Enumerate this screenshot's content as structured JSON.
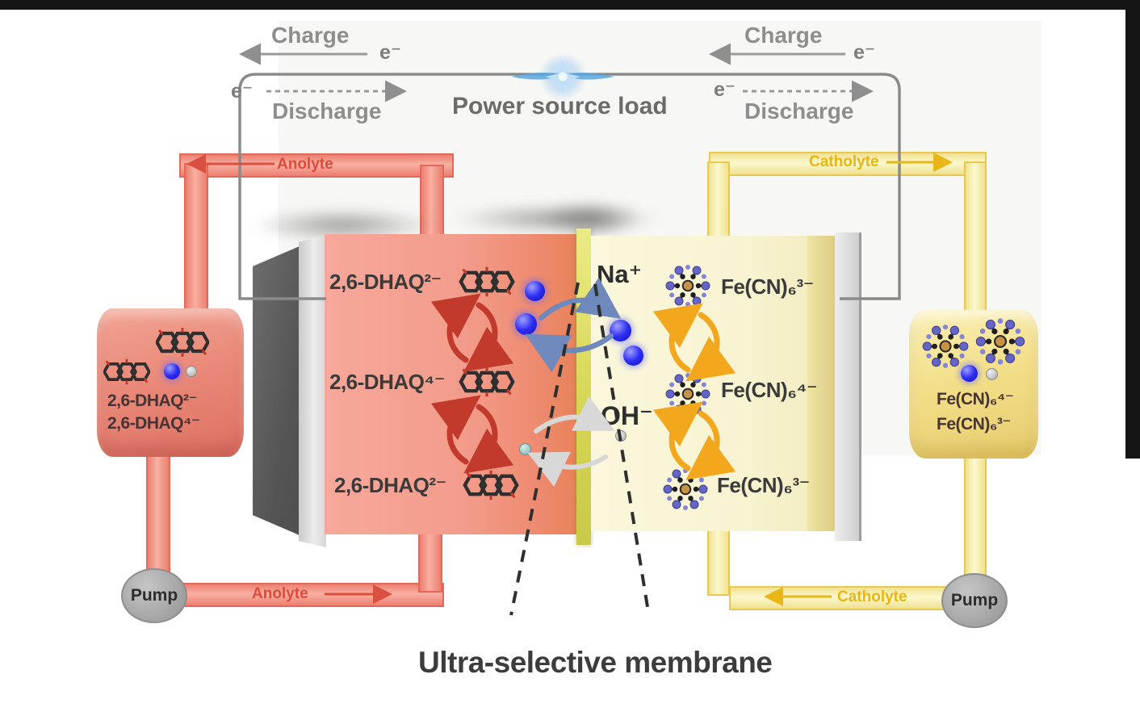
{
  "circuit": {
    "left": {
      "charge_label": "Charge",
      "discharge_label": "Discharge",
      "electron_charge": "e⁻",
      "electron_discharge": "e⁻"
    },
    "right": {
      "charge_label": "Charge",
      "discharge_label": "Discharge",
      "electron_charge": "e⁻",
      "electron_discharge": "e⁻"
    },
    "power_label": "Power source load"
  },
  "anolyte": {
    "top_pipe_label": "Anolyte",
    "bottom_pipe_label": "Anolyte",
    "pump_label": "Pump",
    "tank_species": [
      "2,6-DHAQ²⁻",
      "2,6-DHAQ⁴⁻"
    ],
    "cell_species": [
      "2,6-DHAQ²⁻",
      "2,6-DHAQ⁴⁻",
      "2,6-DHAQ²⁻"
    ]
  },
  "catholyte": {
    "top_pipe_label": "Catholyte",
    "bottom_pipe_label": "Catholyte",
    "pump_label": "Pump",
    "tank_species": [
      "Fe(CN)₆⁴⁻",
      "Fe(CN)₆³⁻"
    ],
    "cell_species": [
      "Fe(CN)₆³⁻",
      "Fe(CN)₆⁴⁻",
      "Fe(CN)₆³⁻"
    ]
  },
  "membrane": {
    "sodium_ion": "Na⁺",
    "hydroxide_ion": "OH⁻",
    "caption": "Ultra-selective membrane"
  },
  "colors": {
    "anolyte_accent": "#dd4b3c",
    "catholyte_accent": "#e9b512",
    "wire": "#8a8a8a",
    "sodium_ball": "#2e2ef2",
    "spark": "#4aa3e8",
    "membrane_strip": "#d8d855"
  }
}
